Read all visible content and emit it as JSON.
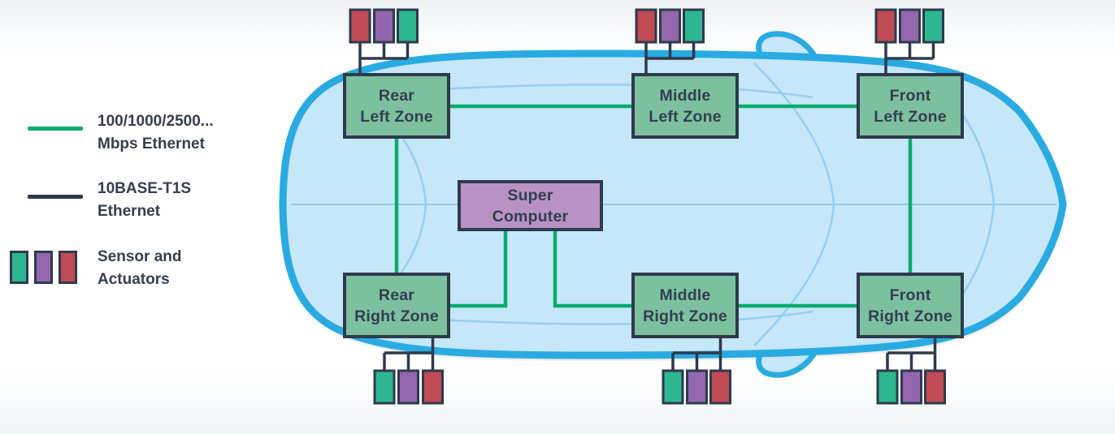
{
  "legend": {
    "items": [
      {
        "swatch": "green-line",
        "line1": "100/1000/2500...",
        "line2": "Mbps Ethernet"
      },
      {
        "swatch": "navy-line",
        "line1": "10BASE-T1S",
        "line2": "Ethernet"
      },
      {
        "swatch": "sensor-boxes",
        "line1": "Sensor and",
        "line2": "Actuators"
      }
    ]
  },
  "zones": [
    {
      "id": "rear-left-zone",
      "line1": "Rear",
      "line2": "Left Zone",
      "sensors_position": "top",
      "sensors_order": [
        "red",
        "purple",
        "green"
      ]
    },
    {
      "id": "middle-left-zone",
      "line1": "Middle",
      "line2": "Left Zone",
      "sensors_position": "top",
      "sensors_order": [
        "red",
        "purple",
        "green"
      ]
    },
    {
      "id": "front-left-zone",
      "line1": "Front",
      "line2": "Left Zone",
      "sensors_position": "top",
      "sensors_order": [
        "red",
        "purple",
        "green"
      ]
    },
    {
      "id": "rear-right-zone",
      "line1": "Rear",
      "line2": "Right Zone",
      "sensors_position": "bottom",
      "sensors_order": [
        "green",
        "purple",
        "red"
      ]
    },
    {
      "id": "middle-right-zone",
      "line1": "Middle",
      "line2": "Right Zone",
      "sensors_position": "bottom",
      "sensors_order": [
        "green",
        "purple",
        "red"
      ]
    },
    {
      "id": "front-right-zone",
      "line1": "Front",
      "line2": "Right Zone",
      "sensors_position": "bottom",
      "sensors_order": [
        "green",
        "purple",
        "red"
      ]
    }
  ],
  "super_computer": {
    "line1": "Super",
    "line2": "Computer"
  },
  "connections": {
    "fast_ethernet_links": [
      "Rear Left Zone - Middle Left Zone",
      "Middle Left Zone - Front Left Zone",
      "Rear Left Zone - Rear Right Zone",
      "Front Left Zone - Front Right Zone",
      "Rear Right Zone - Super Computer",
      "Super Computer - Middle Right Zone",
      "Middle Right Zone - Front Right Zone"
    ],
    "t1s_links": "each zone to its local sensor and actuator boxes"
  },
  "colors": {
    "green_line": "#09AB6C",
    "navy": "#2E3A4D",
    "zone_fill": "#7CC0A0",
    "super_computer_fill": "#B992C5",
    "sensor_green": "#2CB78E",
    "sensor_purple": "#9267AE",
    "sensor_red": "#C04B55",
    "car_fill": "#C6E6F9",
    "car_stroke": "#29ABE2",
    "car_detail": "#8FCBEE",
    "car_centerline": "#7FC6EE",
    "text": "#333F4F"
  }
}
